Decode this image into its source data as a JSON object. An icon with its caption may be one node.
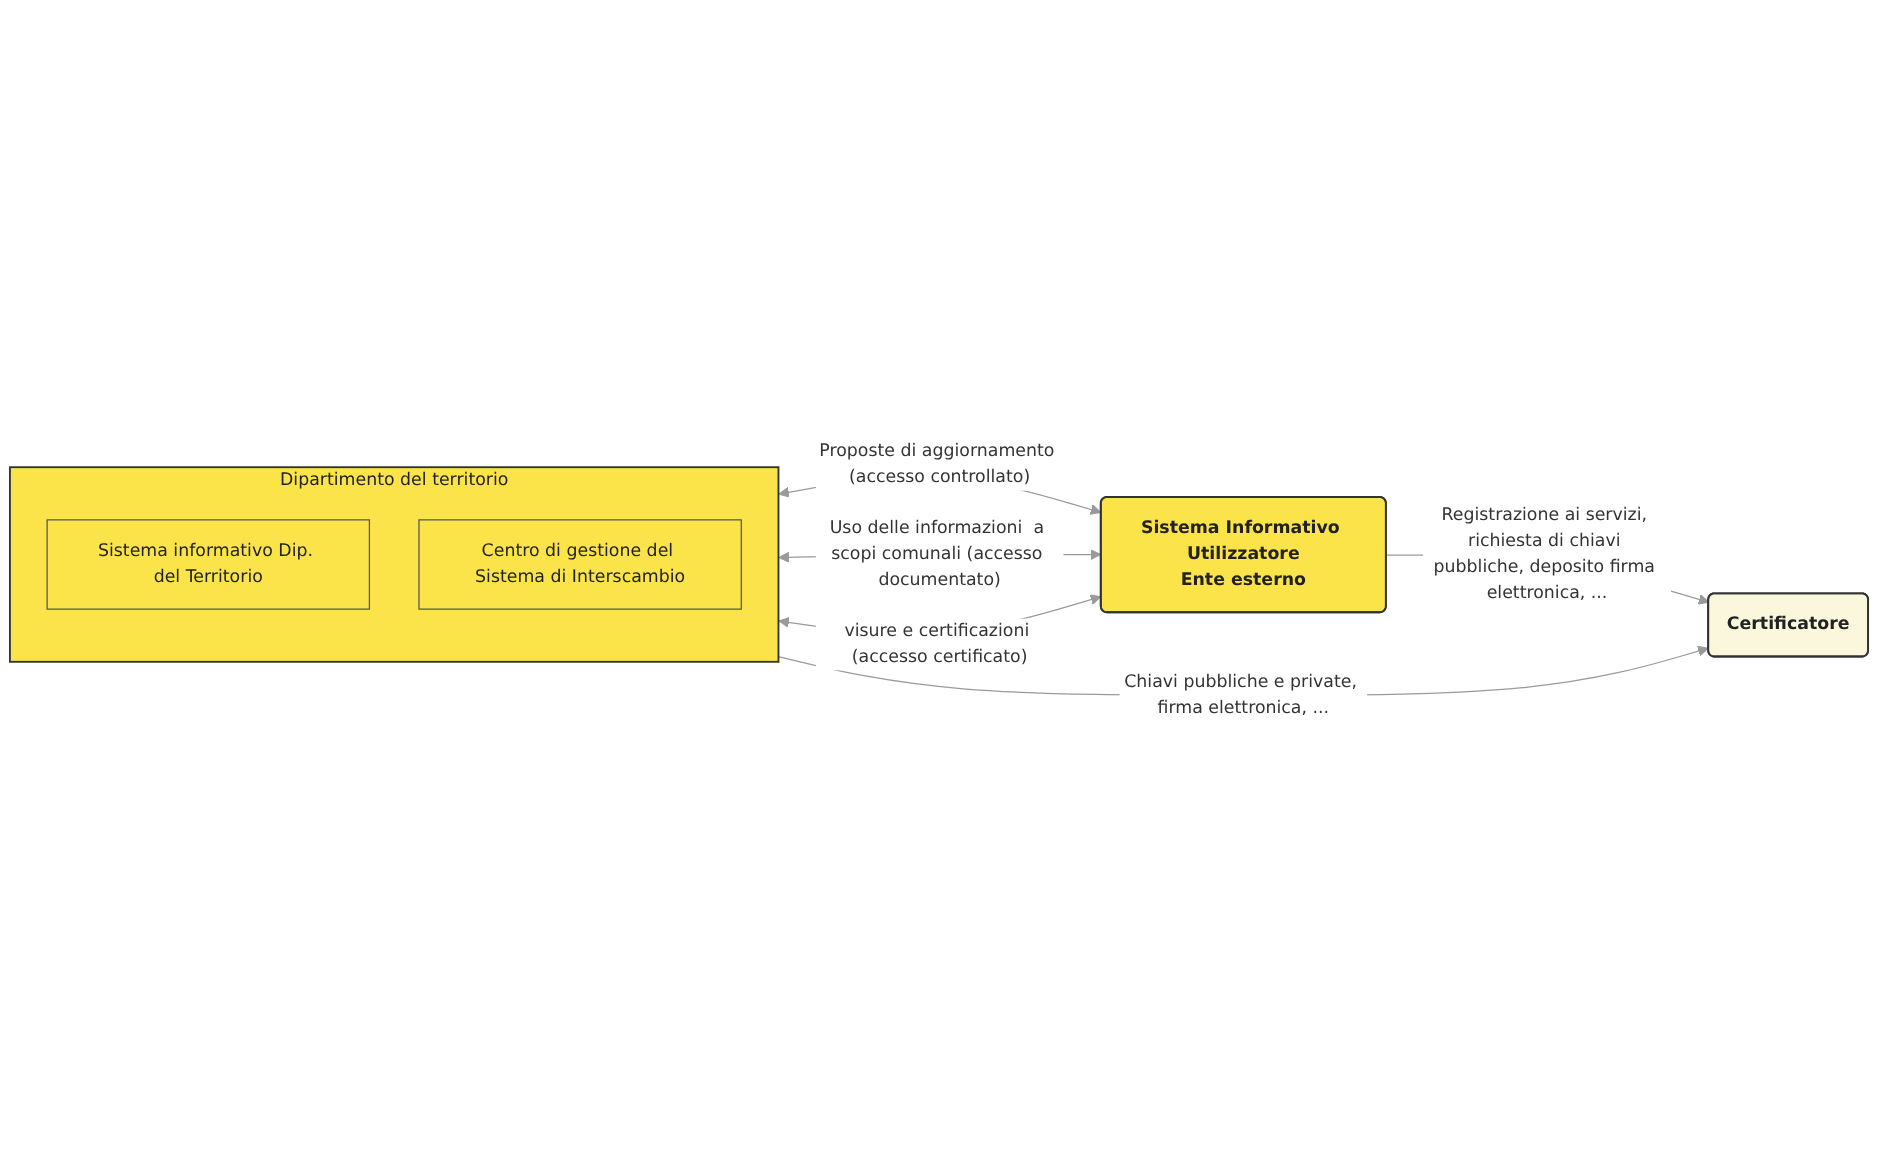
{
  "diagram": {
    "nodes": [
      {
        "text": [
          "Dipartimento del territorio"
        ]
      },
      {
        "text": [
          "Sistema informativo Dip. del Territorio"
        ],
        "in": 0
      },
      {
        "text": [
          "Centro di gestione del Sistema di Interscambio"
        ],
        "in": 0
      },
      {
        "text": [
          "Sistema Informativo Utilizzatore",
          "Ente esterno"
        ]
      },
      {
        "text": [
          "Certificatore"
        ]
      }
    ],
    "edges": [
      {
        "from": 0,
        "to": 3,
        "arrow": "both",
        "label": "Proposte di aggiornamento (accesso controllato)"
      },
      {
        "from": 0,
        "to": 3,
        "arrow": "both",
        "label": "Uso delle informazioni  a scopi comunali (accesso documentato)"
      },
      {
        "from": 0,
        "to": 3,
        "arrow": "both",
        "label": "visure e certificazioni (accesso certificato)"
      },
      {
        "from": 0,
        "to": 4,
        "arrow": "to",
        "label": "Chiavi pubbliche e private, firma elettronica, ..."
      },
      {
        "from": 3,
        "to": 4,
        "arrow": "to",
        "label": "Registrazione ai servizi, richiesta di chiavi pubbliche, deposito firma elettronica, ..."
      }
    ]
  }
}
